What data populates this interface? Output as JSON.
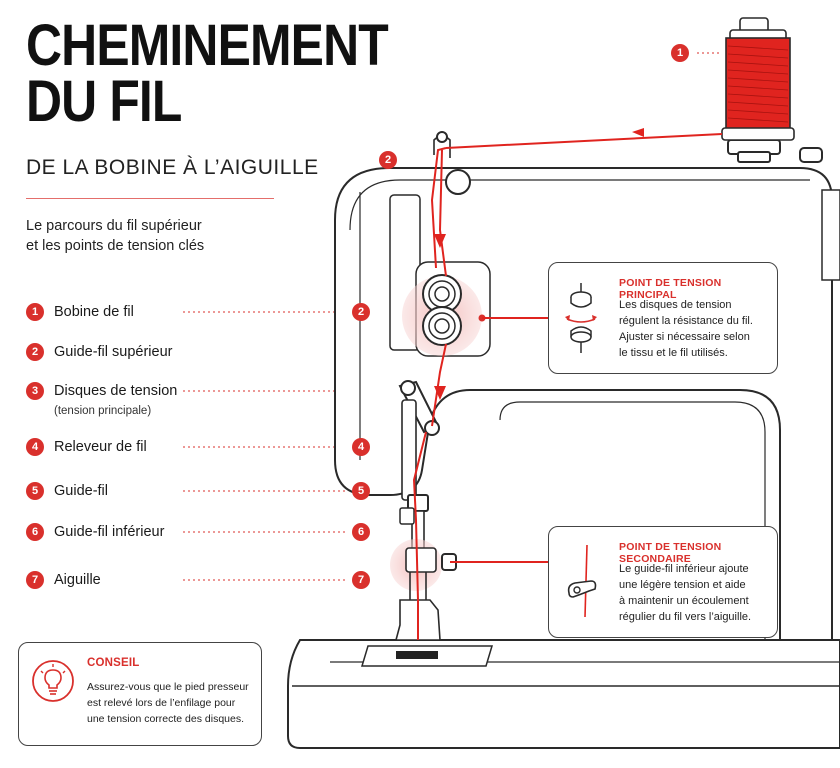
{
  "title": {
    "line1": "CHEMINEMENT",
    "line2": "DU FIL"
  },
  "subtitle": "DE LA BOBINE À L’AIGUILLE",
  "intro": {
    "line1": "Le parcours du fil supérieur",
    "line2": "et les points de tension clés"
  },
  "legend": [
    {
      "num": "1",
      "label": "Bobine de fil",
      "sub": ""
    },
    {
      "num": "2",
      "label": "Guide-fil supérieur",
      "sub": ""
    },
    {
      "num": "3",
      "label": "Disques de tension",
      "sub": "(tension principale)"
    },
    {
      "num": "4",
      "label": "Releveur de fil",
      "sub": ""
    },
    {
      "num": "5",
      "label": "Guide-fil",
      "sub": ""
    },
    {
      "num": "6",
      "label": "Guide-fil inférieur",
      "sub": ""
    },
    {
      "num": "7",
      "label": "Aiguille",
      "sub": ""
    }
  ],
  "diagram_markers": [
    "1",
    "2",
    "2",
    "4",
    "5",
    "6",
    "7"
  ],
  "card_main": {
    "title": "POINT DE TENSION PRINCIPAL",
    "lines": [
      "Les disques de tension",
      "régulent la résistance du fil.",
      "Ajuster si nécessaire selon",
      "le tissu et le fil utilisés."
    ]
  },
  "card_secondary": {
    "title": "POINT DE TENSION SECONDAIRE",
    "lines": [
      "Le guide-fil inférieur ajoute",
      "une légère tension et aide",
      "à maintenir un écoulement",
      "régulier du fil vers l’aiguille."
    ]
  },
  "tip": {
    "title": "CONSEIL",
    "lines": [
      "Assurez-vous que le pied presseur",
      "est relevé lors de l’enfilage pour",
      "une tension correcte des disques."
    ]
  },
  "colors": {
    "accent": "#d9302c",
    "outline": "#2a2a2a",
    "thread": "#e0241f"
  }
}
